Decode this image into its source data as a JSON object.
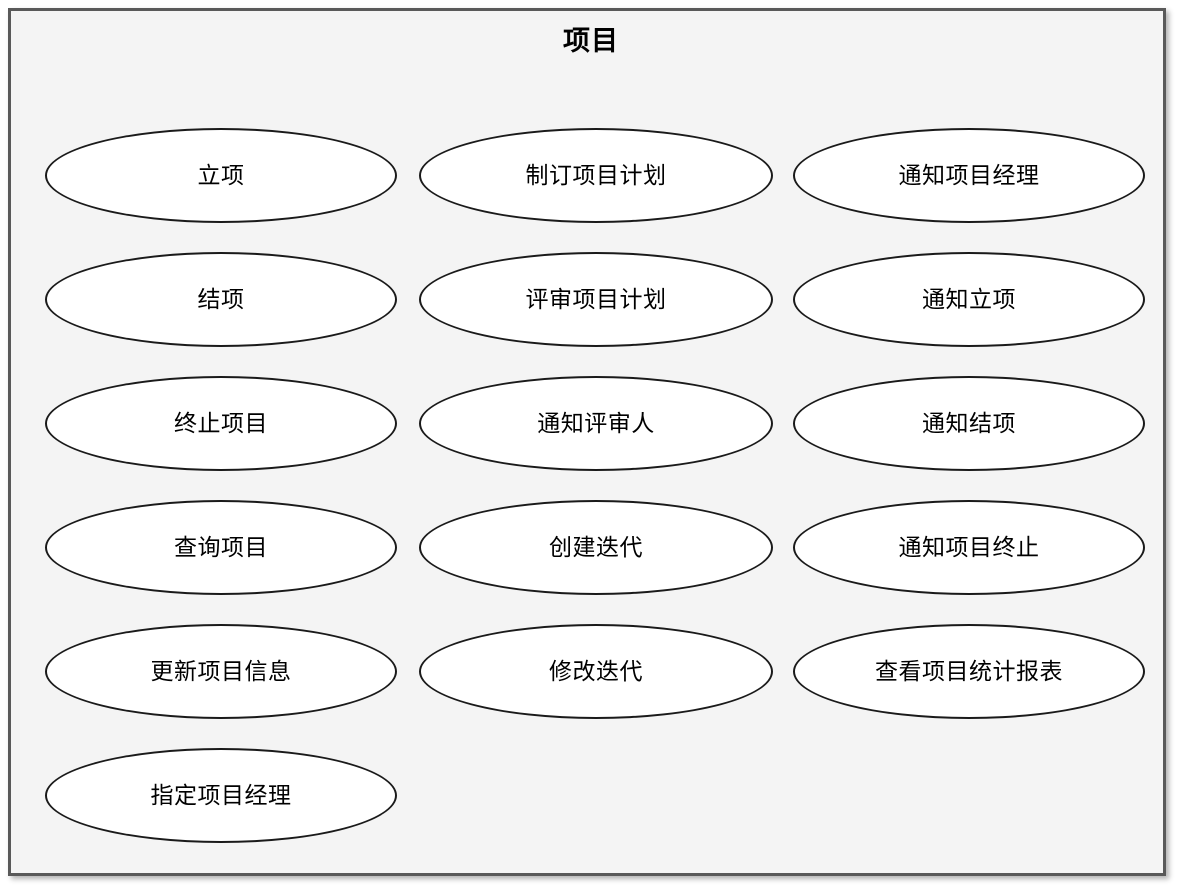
{
  "diagram": {
    "type": "uml-use-case-package",
    "title": "项目",
    "background_color": "#f4f4f4",
    "border_color": "#595959",
    "ellipse_fill": "#ffffff",
    "ellipse_stroke": "#1a1a1a",
    "columns": 3,
    "rows": 6,
    "use_case_count": 16,
    "use_cases": [
      {
        "label": "立项",
        "row": 0,
        "col": 0
      },
      {
        "label": "制订项目计划",
        "row": 0,
        "col": 1
      },
      {
        "label": "通知项目经理",
        "row": 0,
        "col": 2
      },
      {
        "label": "结项",
        "row": 1,
        "col": 0
      },
      {
        "label": "评审项目计划",
        "row": 1,
        "col": 1
      },
      {
        "label": "通知立项",
        "row": 1,
        "col": 2
      },
      {
        "label": "终止项目",
        "row": 2,
        "col": 0
      },
      {
        "label": "通知评审人",
        "row": 2,
        "col": 1
      },
      {
        "label": "通知结项",
        "row": 2,
        "col": 2
      },
      {
        "label": "查询项目",
        "row": 3,
        "col": 0
      },
      {
        "label": "创建迭代",
        "row": 3,
        "col": 1
      },
      {
        "label": "通知项目终止",
        "row": 3,
        "col": 2
      },
      {
        "label": "更新项目信息",
        "row": 4,
        "col": 0
      },
      {
        "label": "修改迭代",
        "row": 4,
        "col": 1
      },
      {
        "label": "查看项目统计报表",
        "row": 4,
        "col": 2
      },
      {
        "label": "指定项目经理",
        "row": 5,
        "col": 0
      }
    ]
  }
}
